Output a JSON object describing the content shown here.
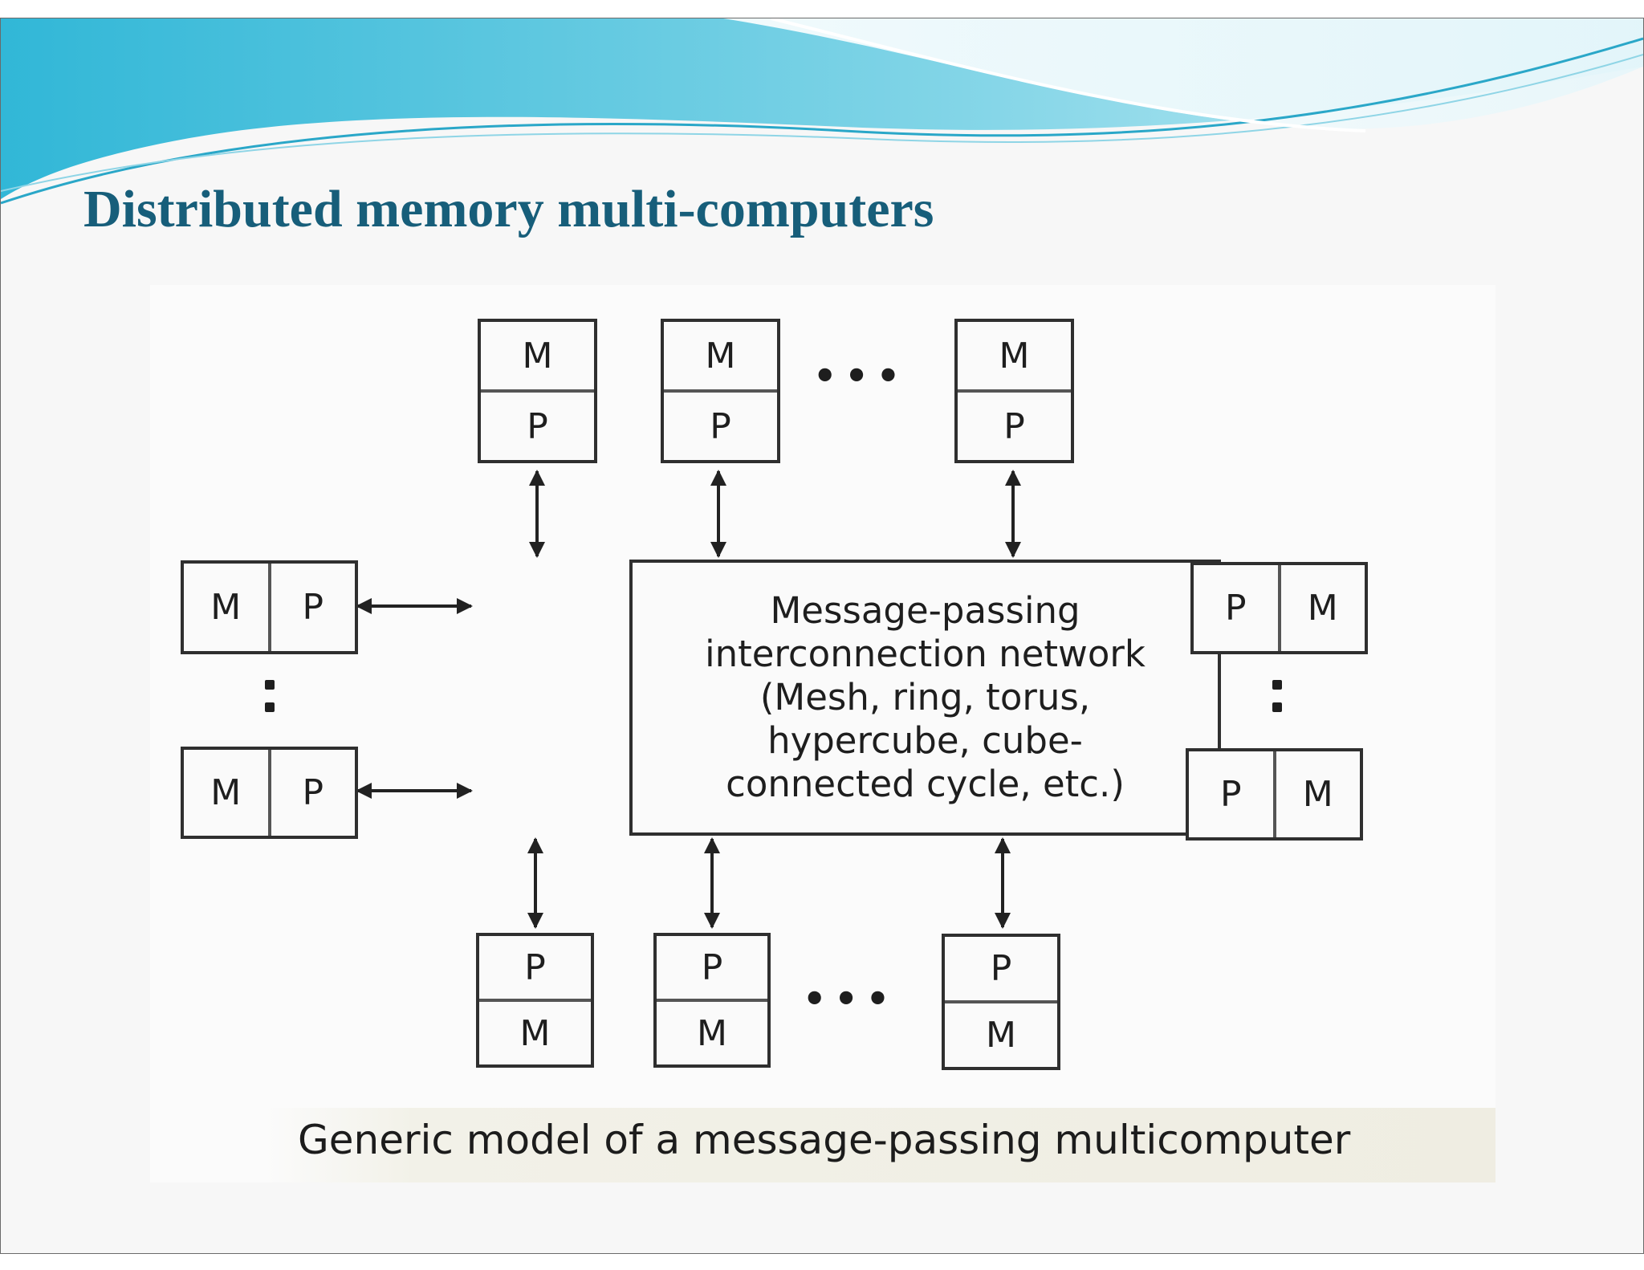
{
  "slide": {
    "title": "Distributed memory multi-computers",
    "title_color": "#175e7a",
    "header_colors": [
      "#2fb8d6",
      "#9fdcea",
      "#ffffff"
    ]
  },
  "figure": {
    "caption": "Generic model of a message-passing multicomputer",
    "network": {
      "lines": [
        "Message-passing",
        "interconnection network",
        "(Mesh, ring, torus,",
        "hypercube, cube-",
        "connected cycle, etc.)"
      ]
    },
    "ellipsis": "•••",
    "top_nodes": [
      {
        "first": "M",
        "second": "P"
      },
      {
        "first": "M",
        "second": "P"
      },
      {
        "first": "M",
        "second": "P"
      }
    ],
    "bottom_nodes": [
      {
        "first": "P",
        "second": "M"
      },
      {
        "first": "P",
        "second": "M"
      },
      {
        "first": "P",
        "second": "M"
      }
    ],
    "left_nodes": [
      {
        "first": "M",
        "second": "P"
      },
      {
        "first": "M",
        "second": "P"
      }
    ],
    "right_nodes": [
      {
        "first": "P",
        "second": "M"
      },
      {
        "first": "P",
        "second": "M"
      }
    ]
  }
}
